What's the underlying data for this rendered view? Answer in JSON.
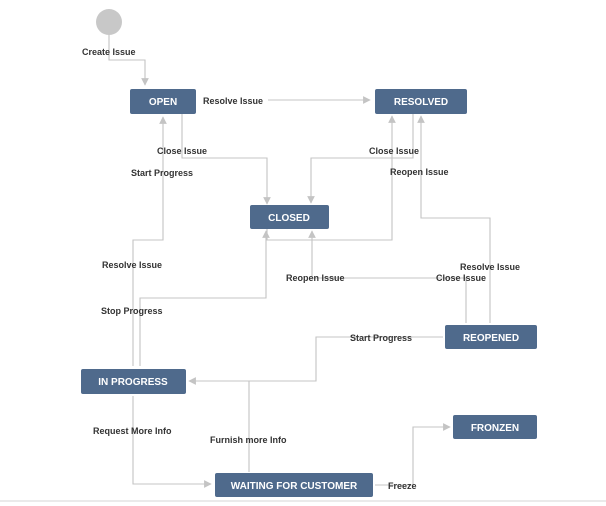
{
  "states": {
    "open": "OPEN",
    "resolved": "RESOLVED",
    "closed": "CLOSED",
    "reopened": "REOPENED",
    "in_progress": "IN PROGRESS",
    "fronzen": "FRONZEN",
    "waiting": "WAITING FOR CUSTOMER"
  },
  "transitions": {
    "create_issue": "Create Issue",
    "resolve_issue_open": "Resolve Issue",
    "close_issue_open": "Close Issue",
    "start_progress_open": "Start Progress",
    "close_issue_resolved": "Close Issue",
    "reopen_issue_resolved": "Reopen Issue",
    "resolve_issue_inprogress": "Resolve Issue",
    "stop_progress": "Stop Progress",
    "reopen_issue_closed": "Reopen Issue",
    "resolve_issue_reopened": "Resolve Issue",
    "close_issue_reopened": "Close Issue",
    "start_progress_reopened": "Start Progress",
    "request_more_info": "Request More Info",
    "furnish_more_info": "Furnish more Info",
    "freeze": "Freeze"
  },
  "colors": {
    "state_fill": "#4f6a8c",
    "state_text": "#ffffff",
    "edge": "#c4c4c4",
    "label": "#333333",
    "start_node": "#c8c8c8"
  }
}
